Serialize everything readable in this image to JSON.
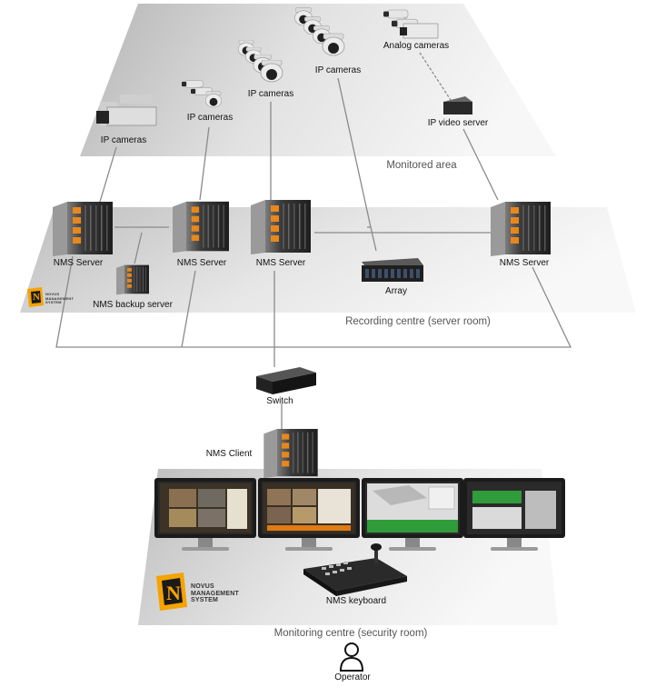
{
  "zones": {
    "monitored": "Monitored area",
    "recording": "Recording centre (server room)",
    "monitoring": "Monitoring centre (security room)"
  },
  "devices": {
    "ip_cameras_1": "IP cameras",
    "ip_cameras_2": "IP cameras",
    "ip_cameras_3": "IP cameras",
    "ip_cameras_4": "IP cameras",
    "analog_cameras": "Analog cameras",
    "ip_video_server": "IP video server",
    "nms_server_1": "NMS Server",
    "nms_server_2": "NMS Server",
    "nms_server_3": "NMS Server",
    "nms_server_4": "NMS Server",
    "nms_backup_server": "NMS backup server",
    "array": "Array",
    "switch": "Switch",
    "nms_client": "NMS Client",
    "nms_keyboard": "NMS keyboard",
    "operator": "Operator"
  },
  "logo": {
    "line1": "NOVUS",
    "line2": "MANAGEMENT",
    "line3": "SYSTEM",
    "letter": "N",
    "colors": {
      "outer": "#f5a300",
      "inner": "#1a1a1a"
    }
  },
  "colors": {
    "plane_dark": "#b9b9b9",
    "plane_light": "#f2f2f2",
    "line": "#8a8a8a",
    "screen_green": "#2f9b3a",
    "screen_orange": "#e07a12"
  }
}
